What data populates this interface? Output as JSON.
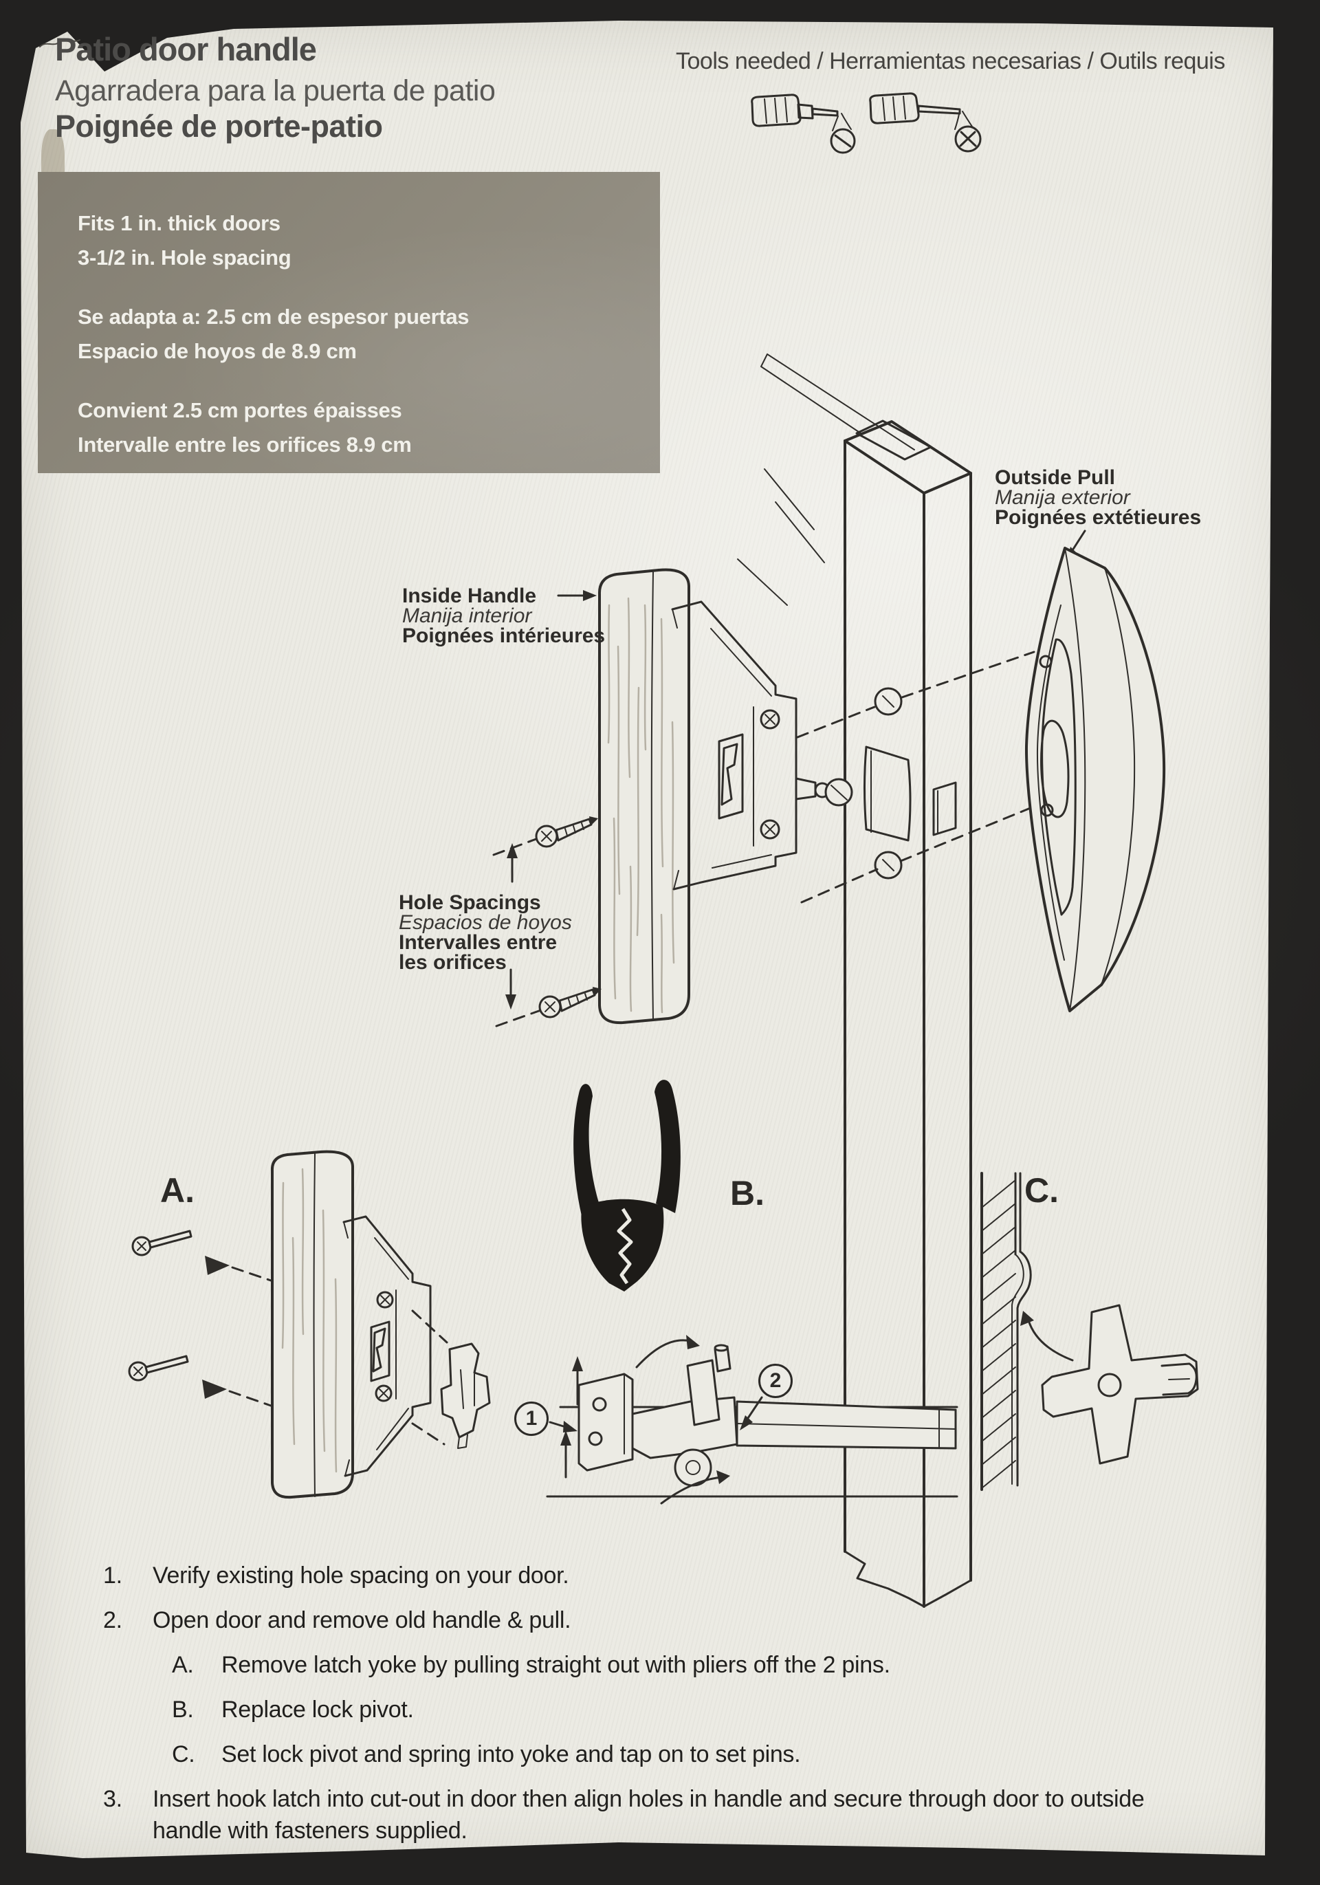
{
  "header": {
    "title_en": "Patio door handle",
    "title_es": "Agarradera para la puerta de patio",
    "title_fr": "Poignée de porte-patio"
  },
  "tools": {
    "label": "Tools needed / Herramientas necesarias / Outils requis",
    "icons": [
      "flathead-screwdriver",
      "phillips-screwdriver"
    ]
  },
  "spec_box": {
    "en": [
      "Fits 1 in. thick doors",
      "3-1/2 in. Hole spacing"
    ],
    "es": [
      "Se adapta a: 2.5 cm de espesor puertas",
      "Espacio de hoyos de 8.9 cm"
    ],
    "fr": [
      "Convient 2.5 cm portes épaisses",
      "Intervalle entre les orifices 8.9 cm"
    ]
  },
  "diagram": {
    "inside_handle": {
      "en": "Inside Handle",
      "es": "Manija interior",
      "fr": "Poignées intérieures"
    },
    "outside_pull": {
      "en": "Outside Pull",
      "es": "Manija exterior",
      "fr": "Poignées extétieures"
    },
    "hole_spacings": {
      "en": "Hole Spacings",
      "es": "Espacios de hoyos",
      "fr_line1": "Intervalles entre",
      "fr_line2": "les orifices"
    },
    "sections": {
      "a": "A.",
      "b": "B.",
      "c": "C."
    },
    "callouts": {
      "c1": "1",
      "c2": "2"
    }
  },
  "instructions": {
    "items": [
      {
        "num": "1.",
        "text": "Verify existing hole spacing on your door."
      },
      {
        "num": "2.",
        "text": "Open door and remove old handle & pull."
      },
      {
        "num": "A.",
        "text": "Remove latch yoke by pulling straight out with pliers off the 2 pins."
      },
      {
        "num": "B.",
        "text": "Replace lock pivot."
      },
      {
        "num": "C.",
        "text": "Set lock pivot and spring into yoke and tap on to set pins."
      },
      {
        "num": "3.",
        "text": "Insert hook latch into cut-out in door then align holes in handle and secure through door to outside handle with fasteners supplied."
      }
    ]
  },
  "colors": {
    "paper": "#ecebe4",
    "background": "#232221",
    "spec_box": "#8b8578",
    "ink": "#201f1d",
    "line_art": "#2f2d2a"
  }
}
